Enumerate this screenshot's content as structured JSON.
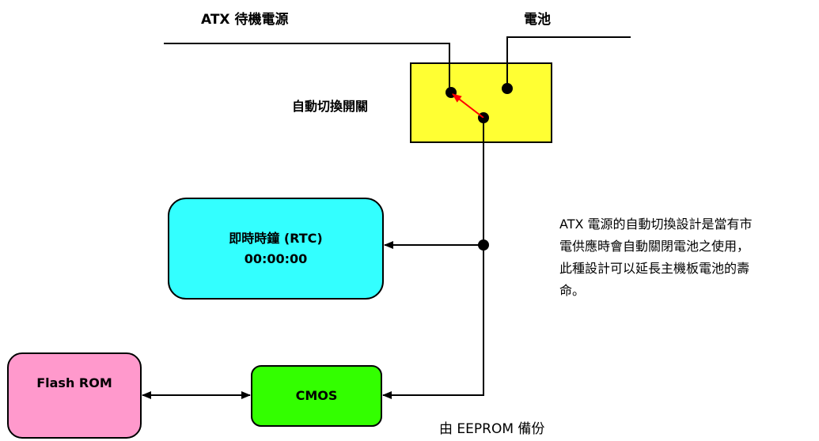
{
  "labels": {
    "atx_standby": "ATX 待機電源",
    "battery": "電池",
    "auto_switch": "自動切換開關",
    "backup": "由 EEPROM 備份"
  },
  "boxes": {
    "rtc_title": "即時時鐘 (RTC)",
    "rtc_time": "00:00:00",
    "flash": "Flash ROM",
    "cmos": "CMOS"
  },
  "note": {
    "lines": [
      "ATX 電源的自動切換設計是當有市",
      "電供應時會自動關閉電池之使用，",
      "此種設計可以延長主機板電池的壽",
      "命。"
    ]
  },
  "colors": {
    "switch_fill": "#ffff33",
    "rtc_fill": "#33ffff",
    "flash_fill": "#ff99cc",
    "cmos_fill": "#33ff00",
    "switch_arrow": "#ff0000"
  }
}
